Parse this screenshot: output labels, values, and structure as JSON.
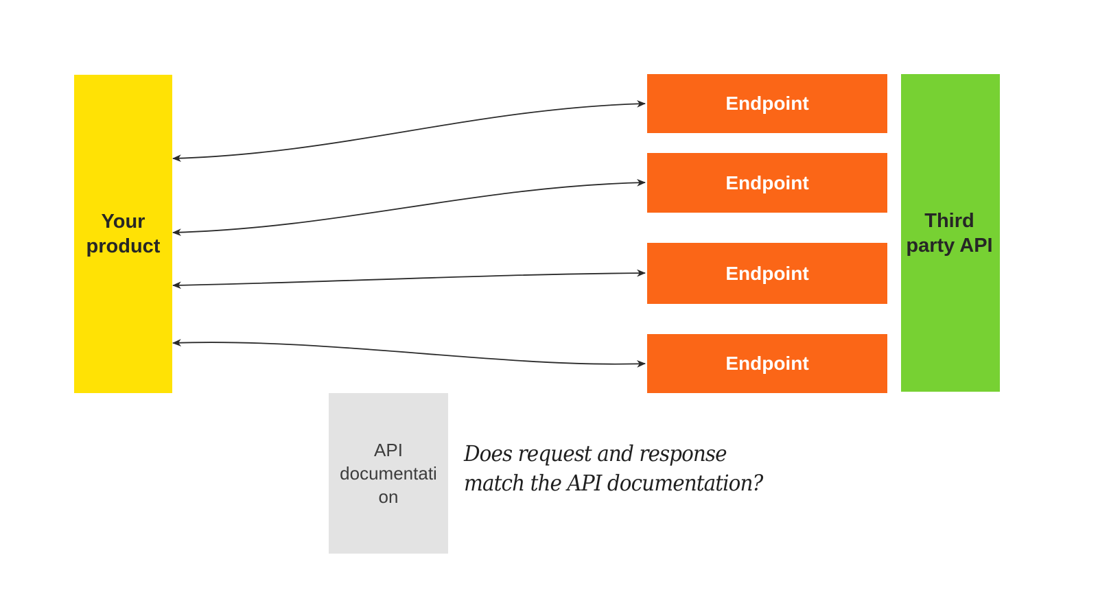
{
  "diagram": {
    "product_box": {
      "label": "Your product"
    },
    "endpoints": [
      {
        "label": "Endpoint"
      },
      {
        "label": "Endpoint"
      },
      {
        "label": "Endpoint"
      },
      {
        "label": "Endpoint"
      }
    ],
    "third_party_box": {
      "label": "Third party API"
    },
    "documentation_box": {
      "label": "API documentation",
      "lines": [
        "API",
        "documentati",
        "on"
      ]
    },
    "annotation": {
      "line1": "Does request and response",
      "line2": "match the API documentation?"
    },
    "colors": {
      "product": "#FFE205",
      "endpoint": "#FB6617",
      "third_party": "#77D133",
      "documentation": "#E3E3E3",
      "arrow": "#2B2B2B",
      "label_dark": "#262626",
      "label_light": "#FFFFFF",
      "doc_text": "#3D3D3D",
      "annotation_text": "#1F1F1F"
    }
  }
}
